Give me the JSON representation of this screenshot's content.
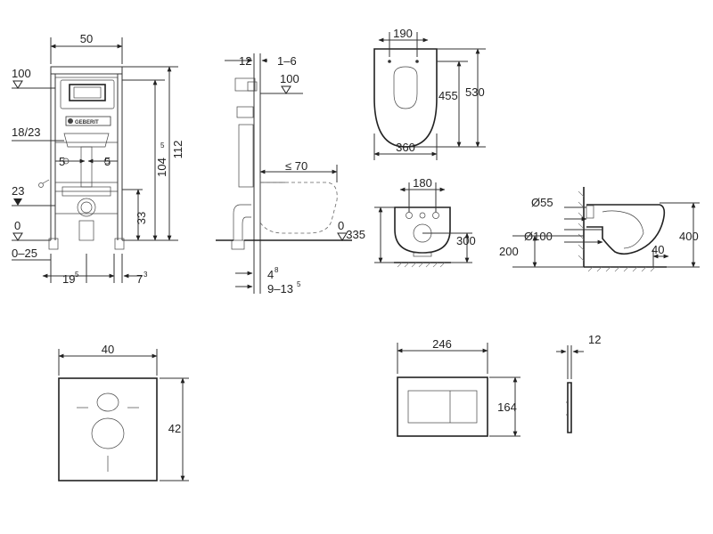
{
  "frame": {
    "width": "50",
    "height_total": "112",
    "height_main": "104",
    "height_main_sup": "5",
    "h_33": "33",
    "level_100": "100",
    "level_23": "23",
    "level_0": "0",
    "range_0_25": "0–25",
    "range_18_23": "18/23",
    "offset_5_left": "5",
    "offset_5_right": "5",
    "bottom_19": "19",
    "bottom_19_sup": "5",
    "bottom_7": "7",
    "bottom_7_sup": "3",
    "brand": "GEBERIT"
  },
  "side": {
    "top_12": "12",
    "top_1_6": "1–6",
    "level_100": "100",
    "level_0": "0",
    "reach": "≤ 70",
    "bottom_4": "4",
    "bottom_4_sup": "8",
    "bottom_9_13": "9–13",
    "bottom_9_13_sup": "5"
  },
  "bowl_top": {
    "w_190": "190",
    "d_455": "455",
    "d_530": "530",
    "w_360": "360"
  },
  "bowl_back": {
    "w_180": "180",
    "h_335": "335",
    "h_300": "300"
  },
  "bowl_side": {
    "d_55": "Ø55",
    "d_100": "Ø100",
    "h_400": "400",
    "h_200": "200",
    "w_40": "40"
  },
  "pad": {
    "width": "40",
    "height": "42"
  },
  "plate": {
    "width": "246",
    "height": "164",
    "depth": "12"
  }
}
